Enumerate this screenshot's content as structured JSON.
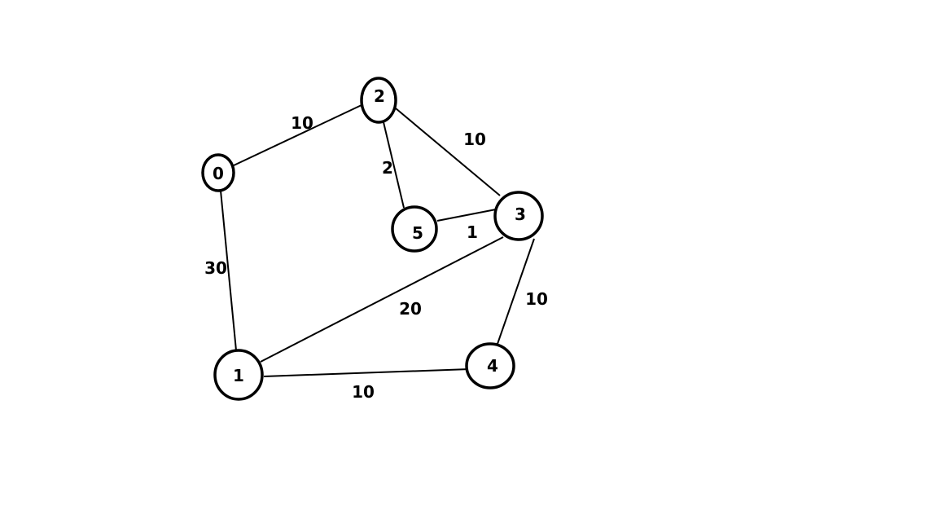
{
  "graph": {
    "nodes": [
      {
        "id": "0",
        "label": "0"
      },
      {
        "id": "1",
        "label": "1"
      },
      {
        "id": "2",
        "label": "2"
      },
      {
        "id": "3",
        "label": "3"
      },
      {
        "id": "4",
        "label": "4"
      },
      {
        "id": "5",
        "label": "5"
      }
    ],
    "edges": [
      {
        "from": "0",
        "to": "2",
        "weight": "10"
      },
      {
        "from": "0",
        "to": "1",
        "weight": "30"
      },
      {
        "from": "2",
        "to": "5",
        "weight": "2"
      },
      {
        "from": "2",
        "to": "3",
        "weight": "10"
      },
      {
        "from": "5",
        "to": "3",
        "weight": "1"
      },
      {
        "from": "1",
        "to": "3",
        "weight": "20"
      },
      {
        "from": "3",
        "to": "4",
        "weight": "10"
      },
      {
        "from": "1",
        "to": "4",
        "weight": "10"
      }
    ]
  }
}
